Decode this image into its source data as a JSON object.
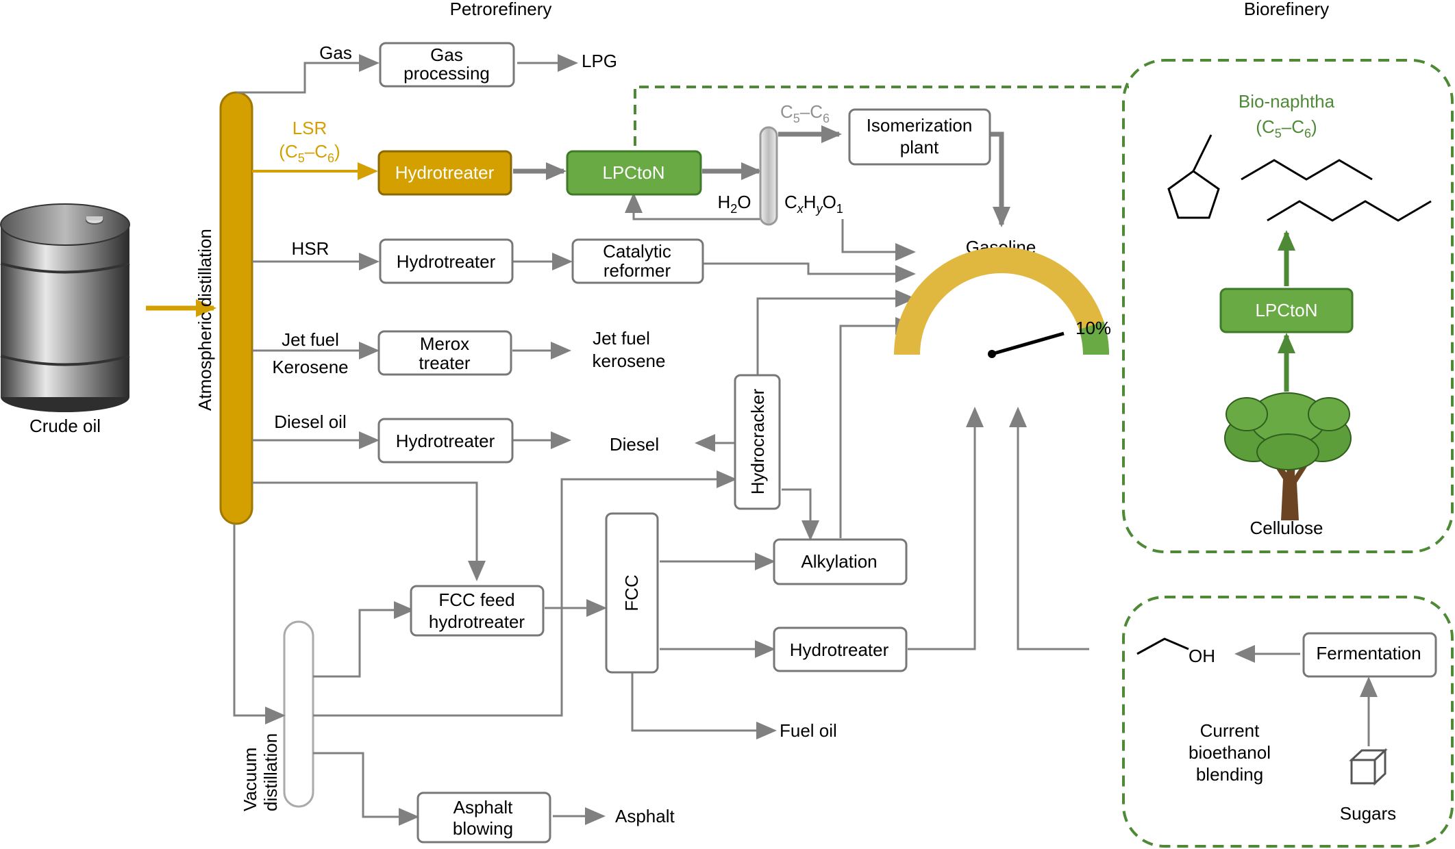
{
  "sections": {
    "petrorefinery": "Petrorefinery",
    "biorefinery": "Biorefinery"
  },
  "crude_oil": "Crude oil",
  "atmospheric_distillation": "Atmospheric distillation",
  "vacuum_distillation": [
    "Vacuum",
    "distillation"
  ],
  "streams": {
    "gas": "Gas",
    "lsr": [
      "LSR",
      "(C",
      "5",
      "–C",
      "6",
      ")"
    ],
    "hsr": "HSR",
    "jet_fuel": "Jet fuel",
    "kerosene": "Kerosene",
    "diesel_oil": "Diesel oil",
    "c5c6": [
      "C",
      "5",
      "–C",
      "6"
    ],
    "h2o": [
      "H",
      "2",
      "O"
    ],
    "cxhyo1": [
      "C",
      "x",
      "H",
      "y",
      "O",
      "1"
    ]
  },
  "units": {
    "gas_processing": [
      "Gas",
      "processing"
    ],
    "hydrotreater": "Hydrotreater",
    "lpcton": "LPCtoN",
    "isomerization": [
      "Isomerization",
      "plant"
    ],
    "catalytic_reformer": [
      "Catalytic",
      "reformer"
    ],
    "merox_treater": [
      "Merox",
      "treater"
    ],
    "hydrocracker": "Hydrocracker",
    "fcc_feed_hydrotreater": [
      "FCC feed",
      "hydrotreater"
    ],
    "fcc": "FCC",
    "alkylation": "Alkylation",
    "asphalt_blowing": [
      "Asphalt",
      "blowing"
    ],
    "fermentation": "Fermentation"
  },
  "products": {
    "lpg": "LPG",
    "gasoline": "Gasoline",
    "jet_fuel_kerosene": [
      "Jet fuel",
      "kerosene"
    ],
    "diesel": "Diesel",
    "fuel_oil": "Fuel oil",
    "asphalt": "Asphalt"
  },
  "gauge": {
    "label": "10%",
    "share": 0.1
  },
  "bio": {
    "bio_naphtha": [
      "Bio-naphtha",
      "(C",
      "5",
      "–C",
      "6",
      ")"
    ],
    "lpcton": "LPCtoN",
    "cellulose": "Cellulose",
    "oh": "OH",
    "current_blending": [
      "Current",
      "bioethanol",
      "blending"
    ],
    "sugars": "Sugars"
  },
  "colors": {
    "gold": "#D4A000",
    "green": "#6AAA45",
    "dark_green": "#4E8A35",
    "gauge_yellow": "#E0B840",
    "gray": "#808080"
  }
}
